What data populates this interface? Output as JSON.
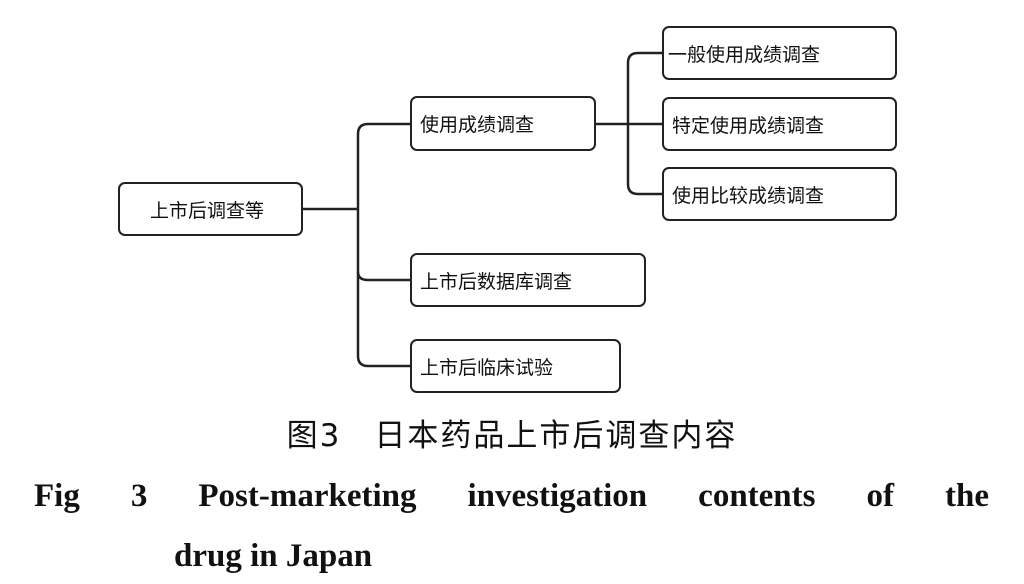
{
  "diagram": {
    "root": "上市后调查等",
    "children": [
      {
        "label": "使用成绩调查",
        "children": [
          "一般使用成绩调查",
          "特定使用成绩调查",
          "使用比较成绩调查"
        ]
      },
      {
        "label": "上市后数据库调查"
      },
      {
        "label": "上市后临床试验"
      }
    ]
  },
  "caption": {
    "cn": "图3　日本药品上市后调查内容",
    "en_line1": "Fig 3  Post-marketing investigation contents of the",
    "en_line2": "drug in Japan"
  }
}
